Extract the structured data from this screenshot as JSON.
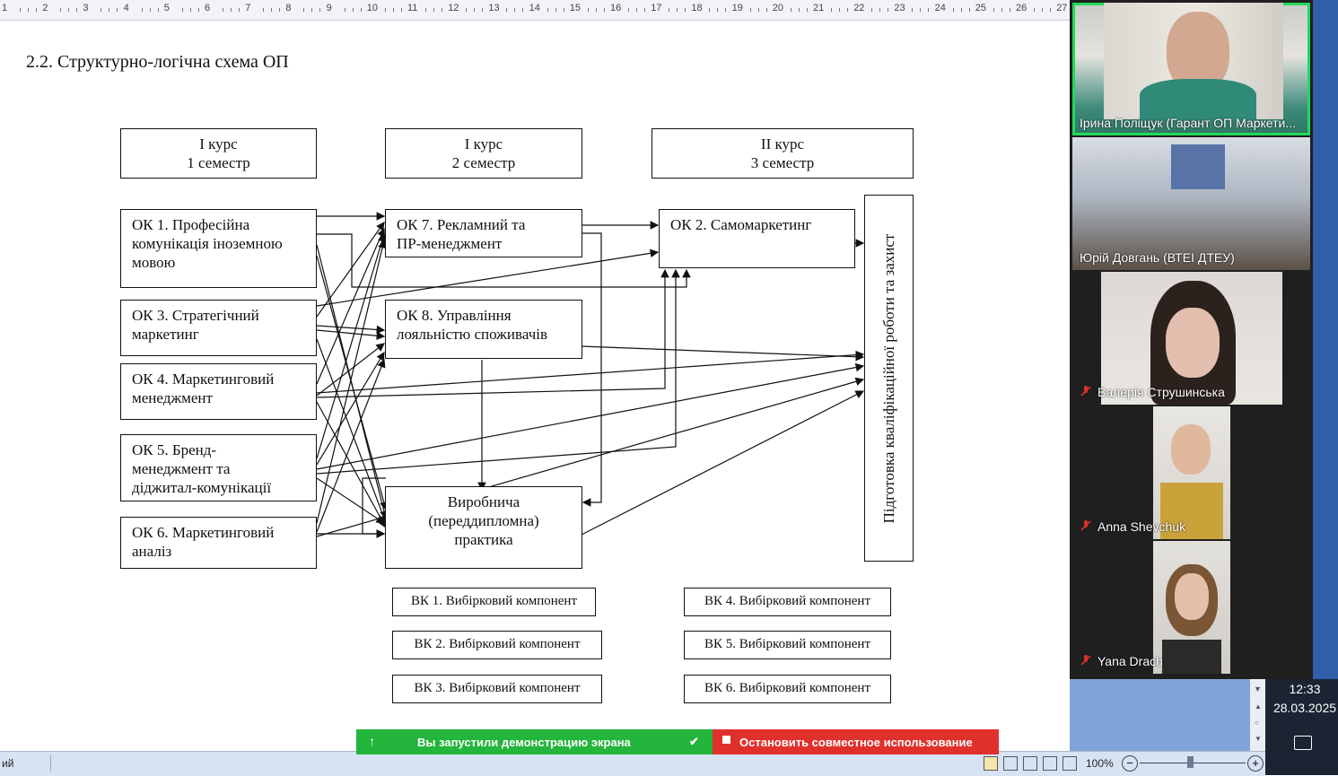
{
  "ruler": {
    "numbers": [
      "1",
      "2",
      "3",
      "4",
      "5",
      "6",
      "7",
      "8",
      "9",
      "10",
      "11",
      "12",
      "13",
      "14",
      "15",
      "16",
      "17",
      "18",
      "19",
      "20",
      "21",
      "22",
      "23",
      "24",
      "25",
      "26",
      "27"
    ]
  },
  "document": {
    "heading": "2.2. Структурно-логічна схема ОП",
    "semesters": [
      "I курс\n1 семестр",
      "I курс\n2 семестр",
      "II курс\n3 семестр"
    ],
    "courses": {
      "ok1": "ОК 1. Професійна\nкомунікація іноземною\nмовою",
      "ok3": "ОК 3. Стратегічний\nмаркетинг",
      "ok4": "ОК 4. Маркетинговий\nменеджмент",
      "ok5": "ОК 5. Бренд-\nменеджмент та\nдіджитал-комунікації",
      "ok6": "ОК 6. Маркетинговий\nаналіз",
      "ok7": "ОК 7. Рекламний та\nПР-менеджмент",
      "ok8": "ОК 8. Управління\nлояльністю споживачів",
      "ok2": "ОК 2. Самомаркетинг",
      "practice": "Виробнича\n(переддипломна)\nпрактика",
      "thesis": "Підготовка кваліфікаційної роботи та захист"
    },
    "electives": [
      "ВК 1. Вибірковий компонент",
      "ВК 2. Вибірковий компонент",
      "ВК 3. Вибірковий компонент",
      "ВК 4. Вибірковий компонент",
      "ВК 5. Вибірковий компонент",
      "ВК 6. Вибірковий компонент"
    ]
  },
  "participants": [
    {
      "name": "Ірина Поліщук (Гарант ОП Маркети...",
      "muted": false,
      "active": true
    },
    {
      "name": "Юрій Довгань (ВТЕІ ДТЕУ)",
      "muted": false,
      "active": false
    },
    {
      "name": "Валерія Струшинська",
      "muted": true,
      "active": false
    },
    {
      "name": "Anna Shevchuk",
      "muted": true,
      "active": false
    },
    {
      "name": "Yana Drach",
      "muted": true,
      "active": false
    }
  ],
  "share_bar": {
    "status": "Вы запустили демонстрацию экрана",
    "stop": "Остановить совместное использование",
    "green": "#23b53c",
    "red": "#e0302c"
  },
  "statusbar": {
    "left_text": "ий",
    "zoom": "100%"
  },
  "clock": {
    "time": "12:33",
    "date": "28.03.2025"
  }
}
